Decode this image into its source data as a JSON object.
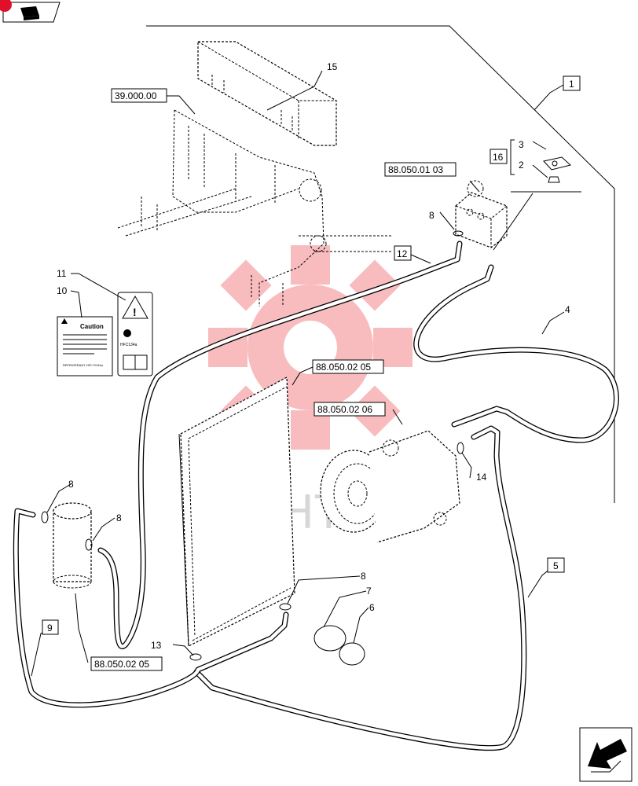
{
  "references": {
    "frame": "39.000.00",
    "block": "88.050.01 03",
    "condenser": "88.050.02 05",
    "compressor": "88.050.02 06",
    "receiver": "88.050.02 05"
  },
  "callouts": {
    "n1": "1",
    "n2": "2",
    "n3": "3",
    "n4": "4",
    "n5": "5",
    "n6": "6",
    "n7": "7",
    "n8": "8",
    "n9": "9",
    "n10": "10",
    "n11": "11",
    "n12": "12",
    "n13": "13",
    "n14": "14",
    "n15": "15",
    "n16": "16"
  },
  "decal": {
    "caution_title": "Caution",
    "footer_text": "REFRIGERANT HFC R134a",
    "symbol_text": "HFC134a"
  },
  "watermark": {
    "text": "ИНТ",
    "color": "#e8141a"
  },
  "nav": {
    "prev_icon": "book-nav-icon",
    "next_icon": "arrow-nav-icon",
    "badge_color": "#e0102a"
  }
}
